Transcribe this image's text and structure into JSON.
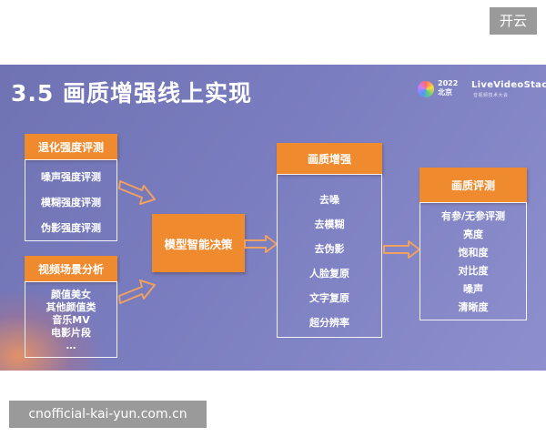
{
  "top_button": {
    "label": "开云"
  },
  "slide": {
    "title": "3.5 画质增强线上实现",
    "logo": {
      "year": "2022",
      "city": "北京",
      "brand": "LiveVideoStack",
      "subtitle": "音视频技术大会"
    },
    "left_group1": {
      "header": "退化强度评测",
      "items": [
        "噪声强度评测",
        "模糊强度评测",
        "伪影强度评测"
      ]
    },
    "left_group2": {
      "header": "视频场景分析",
      "items": [
        "颜值美女",
        "其他颜值类",
        "音乐MV",
        "电影片段",
        "…"
      ]
    },
    "center": {
      "label": "模型智能决策"
    },
    "enhance": {
      "header": "画质增强",
      "items": [
        "去噪",
        "去模糊",
        "去伪影",
        "人脸复原",
        "文字复原",
        "超分辨率"
      ]
    },
    "evaluate": {
      "header": "画质评测",
      "items": [
        "有参/无参评测",
        "亮度",
        "饱和度",
        "对比度",
        "噪声",
        "清晰度"
      ]
    }
  },
  "watermark": {
    "text": "cnofficial-kai-yun.com.cn"
  },
  "colors": {
    "accent": "#ef8a2f",
    "slide_bg": "#7a7dbf"
  }
}
